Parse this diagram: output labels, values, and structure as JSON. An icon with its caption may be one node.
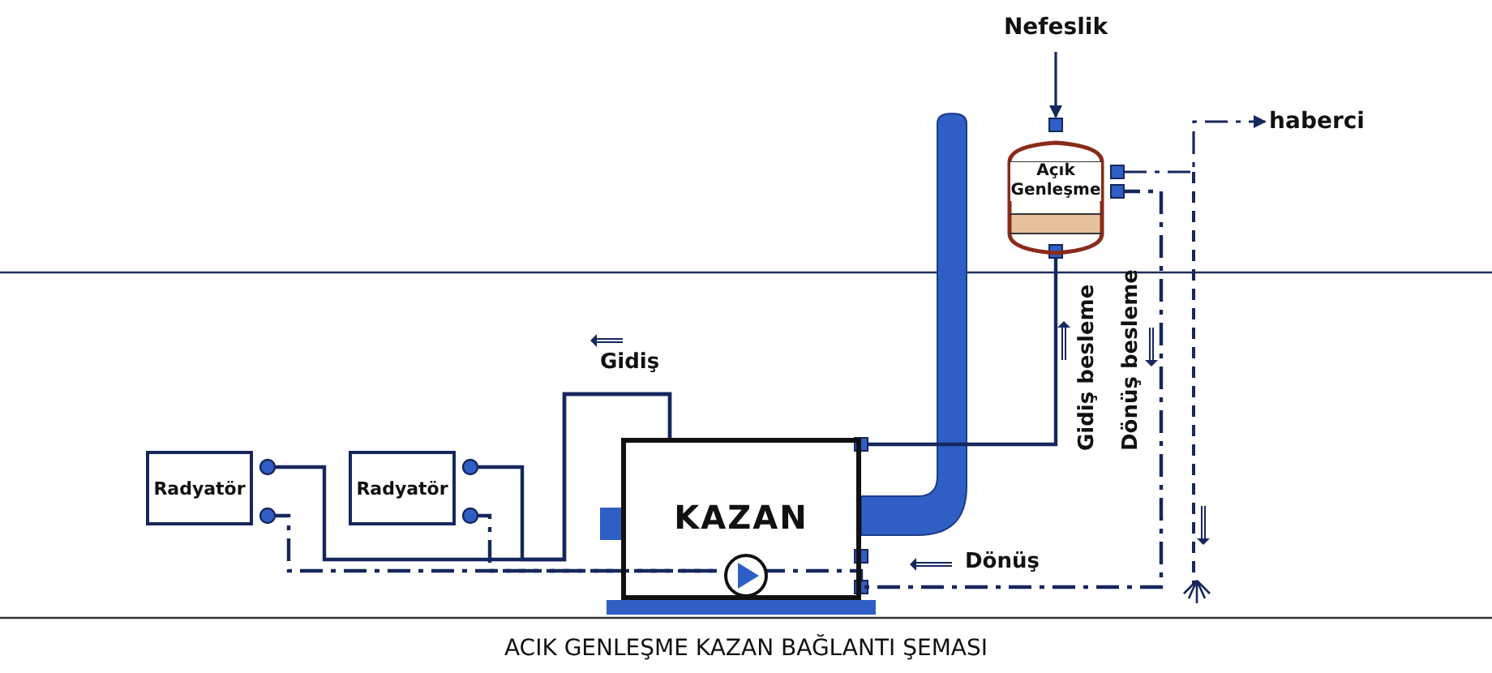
{
  "diagram": {
    "caption": "ACIK GENLEŞME KAZAN BAĞLANTI ŞEMASI",
    "nodes": [
      {
        "text": [
          "Radyatör"
        ]
      },
      {
        "text": [
          "Radyatör"
        ]
      },
      {
        "text": [
          "KAZAN"
        ]
      },
      {
        "text": [
          "Açık Genleşme"
        ]
      },
      {
        "text": [
          "Nefeslik"
        ]
      },
      {
        "text": [
          "haberci"
        ]
      },
      {
        "text": [],
        "shape": "circle",
        "in": 2
      }
    ],
    "edges": [
      {
        "from": 4,
        "to": 3,
        "arrow": "to"
      },
      {
        "from": 3,
        "to": 5,
        "arrow": "to",
        "style": "dashed"
      },
      {
        "from": 2,
        "to": 3,
        "arrow": "other"
      },
      {
        "from": 3,
        "to": 6,
        "arrow": "other",
        "style": "dashed"
      },
      {
        "from": 2,
        "to": 0,
        "arrow": "other"
      },
      {
        "from": 2,
        "to": 1,
        "arrow": "other"
      },
      {
        "from": 0,
        "to": 6,
        "arrow": "other",
        "style": "dashed"
      },
      {
        "from": 1,
        "to": 6,
        "arrow": "other",
        "style": "dashed"
      }
    ],
    "labels": [
      "Gidiş",
      "Dönüş",
      "Gidiş besleme",
      "Dönüş besleme"
    ]
  }
}
